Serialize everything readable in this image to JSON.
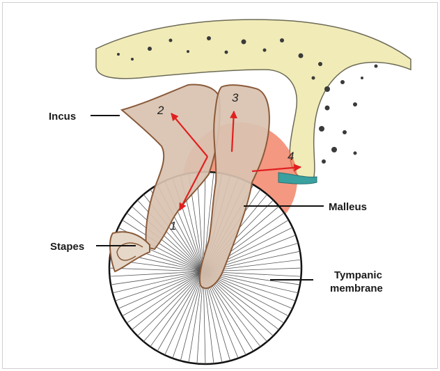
{
  "labels": {
    "incus": "Incus",
    "stapes": "Stapes",
    "malleus": "Malleus",
    "tympanic_line1": "Tympanic",
    "tympanic_line2": "membrane"
  },
  "arrow_numbers": [
    "1",
    "2",
    "3",
    "4"
  ],
  "colors": {
    "bone": "#f1ebb8",
    "ossicle": "#d9c2b0",
    "ossicle_outline": "#8a5a3a",
    "rotation_highlight": "#f07050",
    "arrow": "#e02020",
    "ligament": "#3aa0a0"
  }
}
